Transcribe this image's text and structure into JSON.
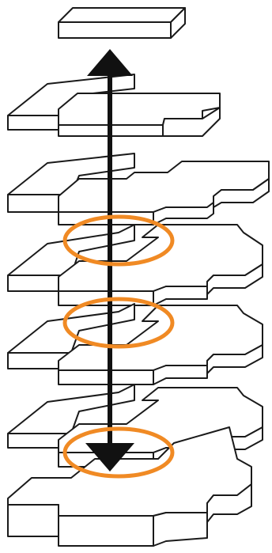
{
  "diagram": {
    "description_elements": {
      "layers": 6,
      "rings": 3,
      "arrow_directions": [
        "up",
        "down"
      ]
    },
    "colors": {
      "outline": "#1a1a1a",
      "fill": "#ffffff",
      "ring": "#f08a24",
      "arrow": "#111111"
    }
  }
}
